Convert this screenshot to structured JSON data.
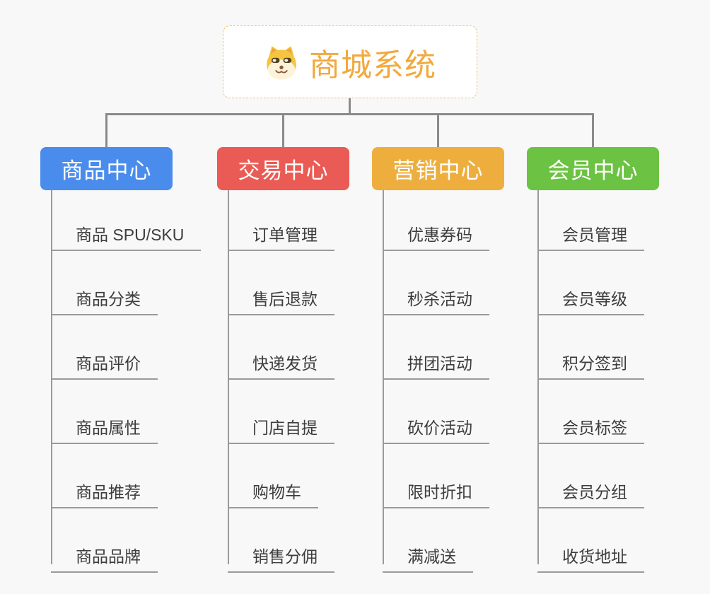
{
  "app": {
    "background_color": "#f8f8f8",
    "connector_color": "#8a8a8a"
  },
  "root": {
    "title": "商城系统",
    "title_color": "#f2a93d",
    "border_color": "#f5be6b",
    "icon": "dog-face-icon"
  },
  "branches": [
    {
      "label": "商品中心",
      "color": "#4a8cec",
      "items": [
        "商品 SPU/SKU",
        "商品分类",
        "商品评价",
        "商品属性",
        "商品推荐",
        "商品品牌"
      ]
    },
    {
      "label": "交易中心",
      "color": "#ea5b55",
      "items": [
        "订单管理",
        "售后退款",
        "快递发货",
        "门店自提",
        "购物车",
        "销售分佣"
      ]
    },
    {
      "label": "营销中心",
      "color": "#eeae3e",
      "items": [
        "优惠券码",
        "秒杀活动",
        "拼团活动",
        "砍价活动",
        "限时折扣",
        "满减送"
      ]
    },
    {
      "label": "会员中心",
      "color": "#6cc242",
      "items": [
        "会员管理",
        "会员等级",
        "积分签到",
        "会员标签",
        "会员分组",
        "收货地址"
      ]
    }
  ]
}
